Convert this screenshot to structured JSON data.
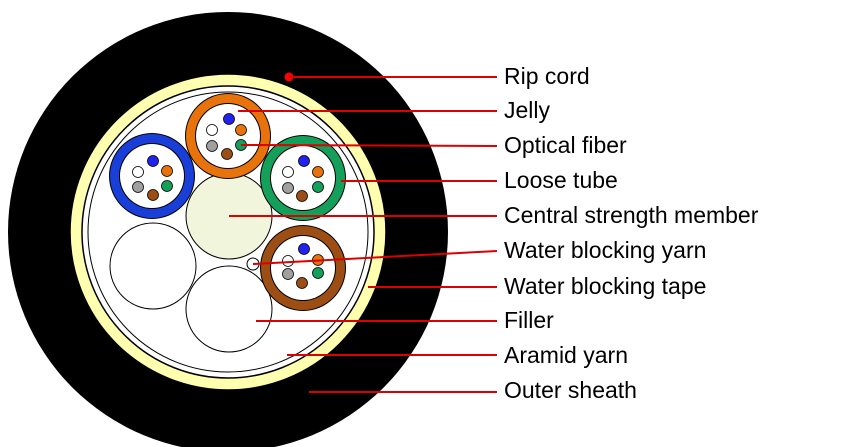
{
  "diagram": {
    "labels": {
      "rip_cord": "Rip cord",
      "jelly": "Jelly",
      "optical_fiber": "Optical fiber",
      "loose_tube": "Loose tube",
      "central_strength_member": "Central strength member",
      "water_blocking_yarn": "Water blocking yarn",
      "water_blocking_tape": "Water blocking tape",
      "filler": "Filler",
      "aramid_yarn": "Aramid yarn",
      "outer_sheath": "Outer sheath"
    },
    "colors": {
      "outer_sheath": "#000000",
      "aramid_yarn": "#ffffb0",
      "water_blocking_tape": "#ffffff",
      "rip_cord": "#ff0000",
      "central_strength_member": "#f0f5dc",
      "leader_line": "#dd0000",
      "tube_orange": "#e8730c",
      "tube_green": "#14a05a",
      "tube_brown": "#9c4e14",
      "tube_blue": "#1a3fd8",
      "fiber_blue": "#2222ee",
      "fiber_orange": "#e8730c",
      "fiber_green": "#14a05a",
      "fiber_brown": "#9c4e14",
      "fiber_gray": "#a0a0a0",
      "fiber_white": "#ffffff"
    }
  }
}
